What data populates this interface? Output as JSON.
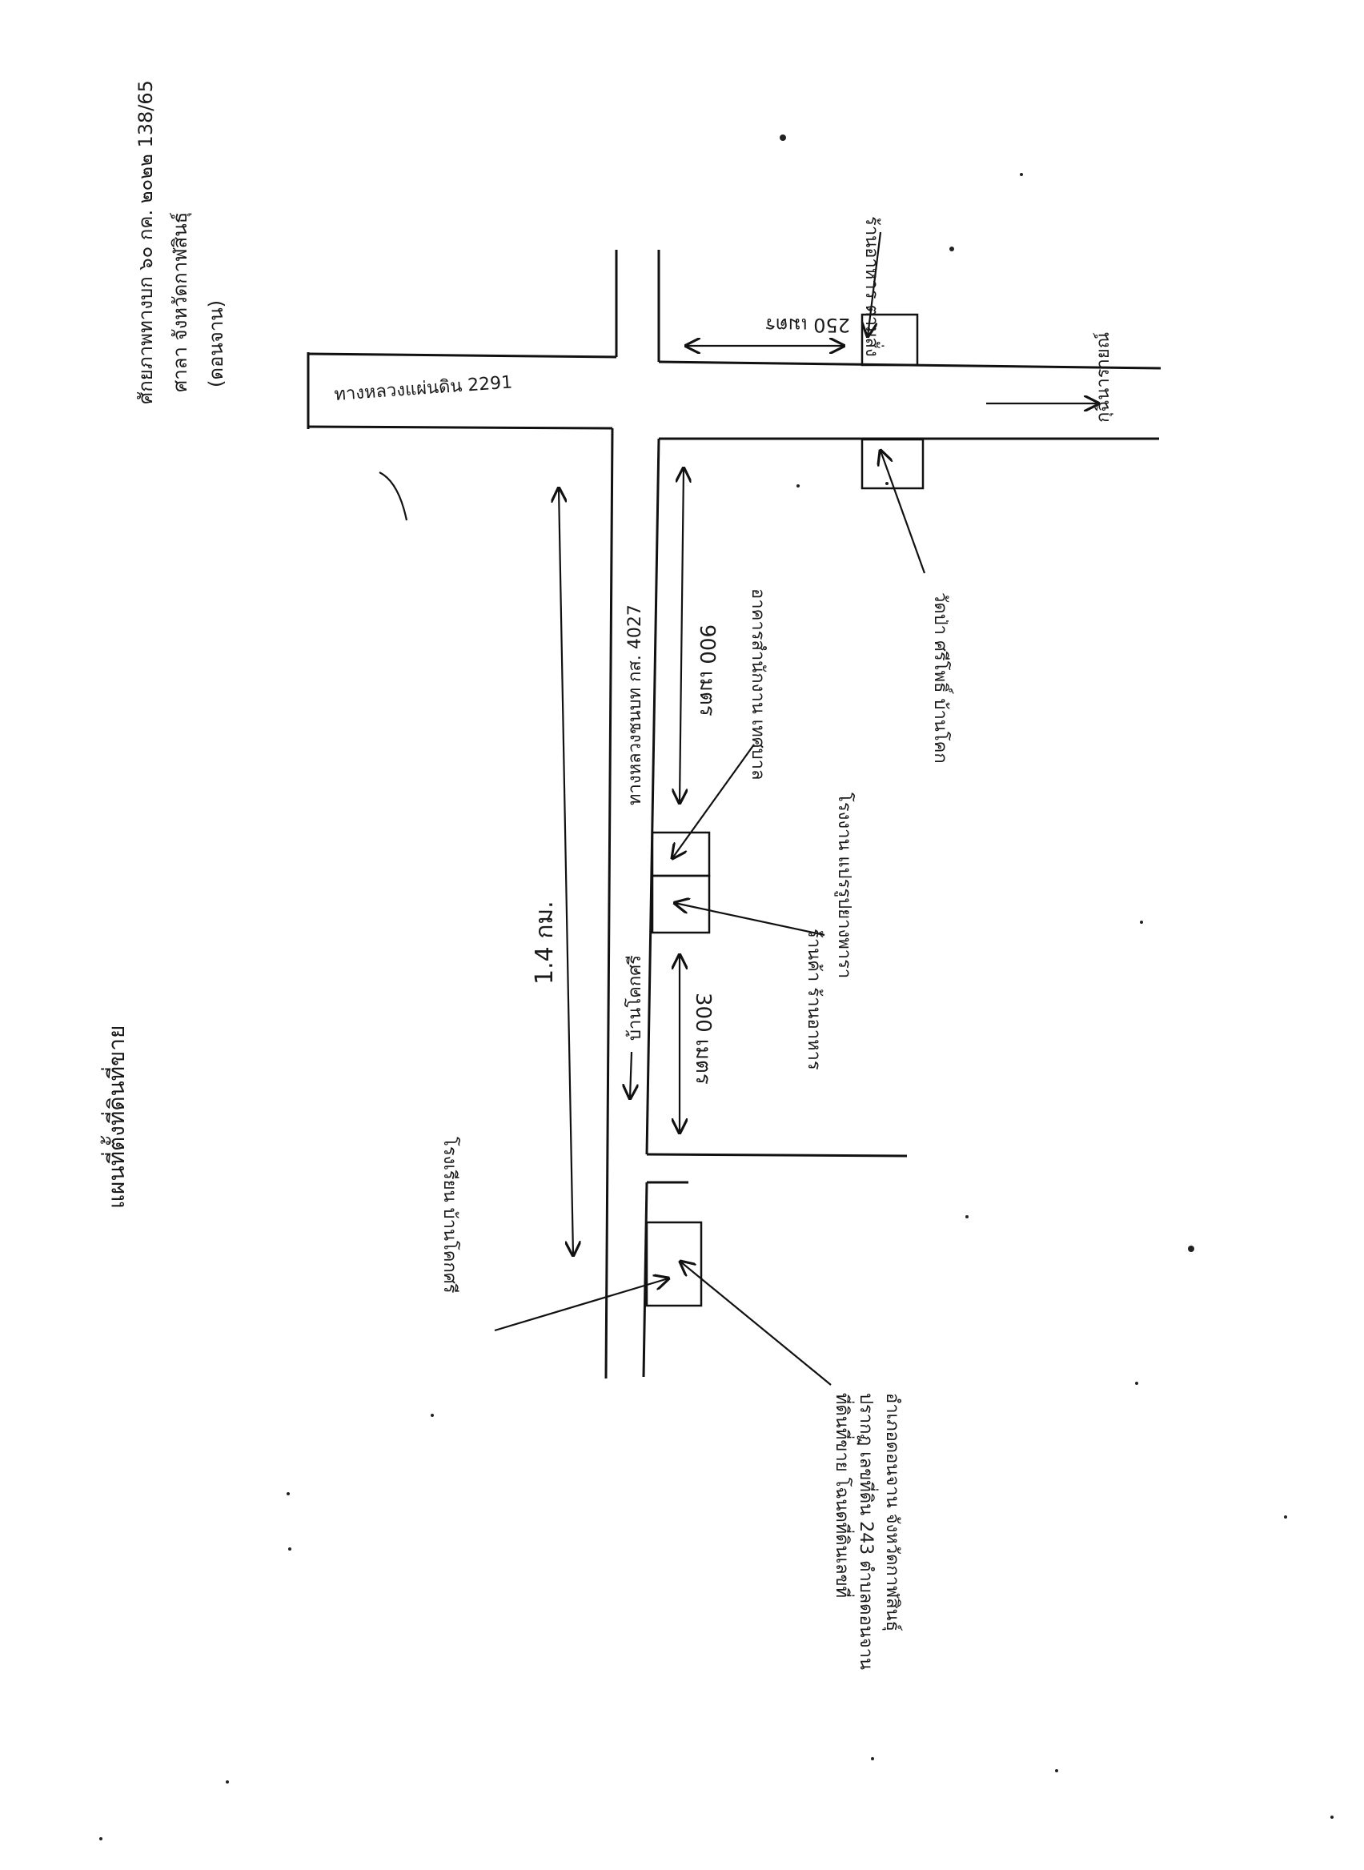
{
  "header": {
    "line1": "ศักยภาพทางบก ๖๐ กค. ๒๐๒๒ 138/65",
    "line2": "ศาลา จังหวัดกาฬสินธุ์",
    "line3": "(ดอนจาน)"
  },
  "title": "แผนที่ตั้งที่ดินที่ขาย",
  "roads": {
    "highway_label": "ทางหลวงแผ่นดิน 2291",
    "local_road_label": "ทางหลวงชนบท กส. 4027"
  },
  "distances": {
    "total": "1.4 กม.",
    "d900": "900 เมตร",
    "d300": "300 เมตร",
    "d250": "250 เมตร"
  },
  "directions": {
    "right": "กุฉินารายณ์",
    "left": "บ้านโคกศรี"
  },
  "landmarks": {
    "school": "โรงเรียน บ้านโคกศรี",
    "shop": "ร้านค้า ร้านอาหาร",
    "clinic": "อาคารสำนักงาน เทศบาล",
    "temple": "วัดป่า ศรีโพธิ์ บ้านโคก",
    "factory": "โรงงาน แปรรูปยางพารา",
    "property_1": "ที่ดินที่ขาย โฉนดที่ดินเลขที่",
    "property_2": "ปรากฏ เลขที่ดิน 243 ตำบลดอนจาน",
    "property_3": "อำเภอดอนจาน จังหวัดกาฬสินธุ์",
    "road_marker": "ร้านอาหาร ตามสั่ง"
  }
}
